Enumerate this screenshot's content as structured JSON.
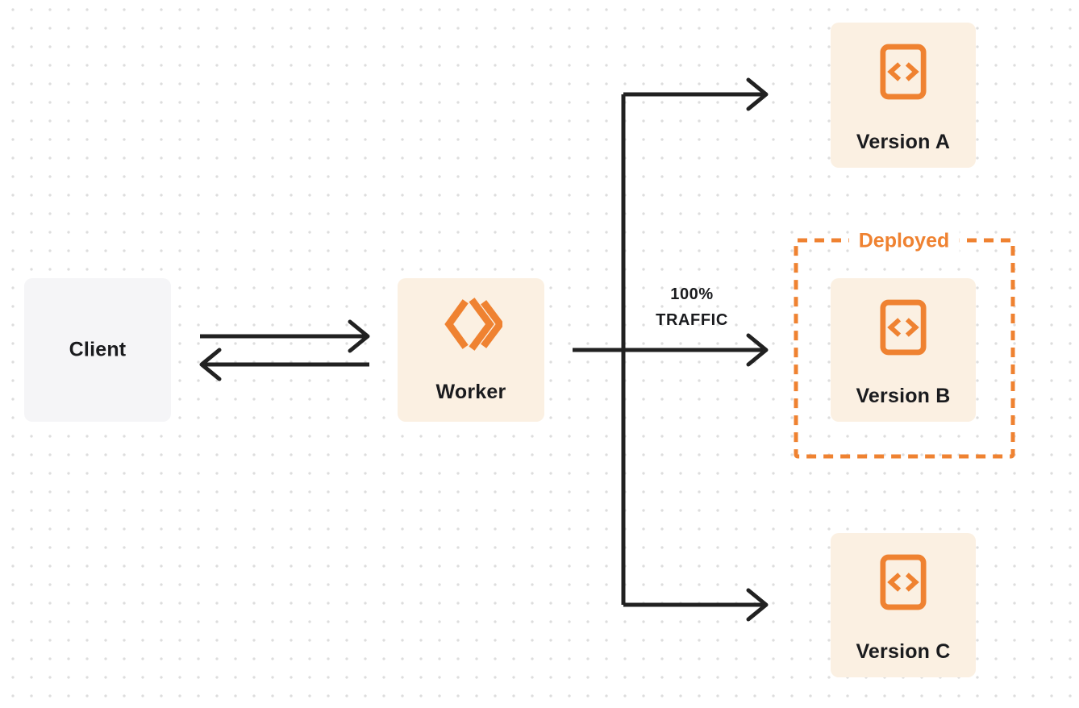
{
  "colors": {
    "orange": "#EF8231",
    "cream": "#FBF0E2",
    "gray_box": "#F5F5F7",
    "line": "#212121",
    "ink": "#1A1B1E",
    "dot_grid": "#DDDDDD",
    "background": "#FFFFFF"
  },
  "nodes": {
    "client": {
      "label": "Client"
    },
    "worker": {
      "label": "Worker",
      "icon": "cloudflare-workers-icon"
    },
    "version_a": {
      "label": "Version A",
      "icon": "code-document-icon"
    },
    "version_b": {
      "label": "Version B",
      "icon": "code-document-icon"
    },
    "version_c": {
      "label": "Version C",
      "icon": "code-document-icon"
    }
  },
  "edges": {
    "client_to_worker": {
      "type": "request-arrow"
    },
    "worker_to_client": {
      "type": "response-arrow"
    },
    "worker_to_version_b": {
      "label_line1": "100%",
      "label_line2": "TRAFFIC"
    },
    "worker_to_version_a": {
      "type": "branch-arrow"
    },
    "worker_to_version_c": {
      "type": "branch-arrow"
    }
  },
  "groups": {
    "deployed": {
      "label": "Deployed",
      "contains": "version_b",
      "style": "dashed-orange"
    }
  }
}
